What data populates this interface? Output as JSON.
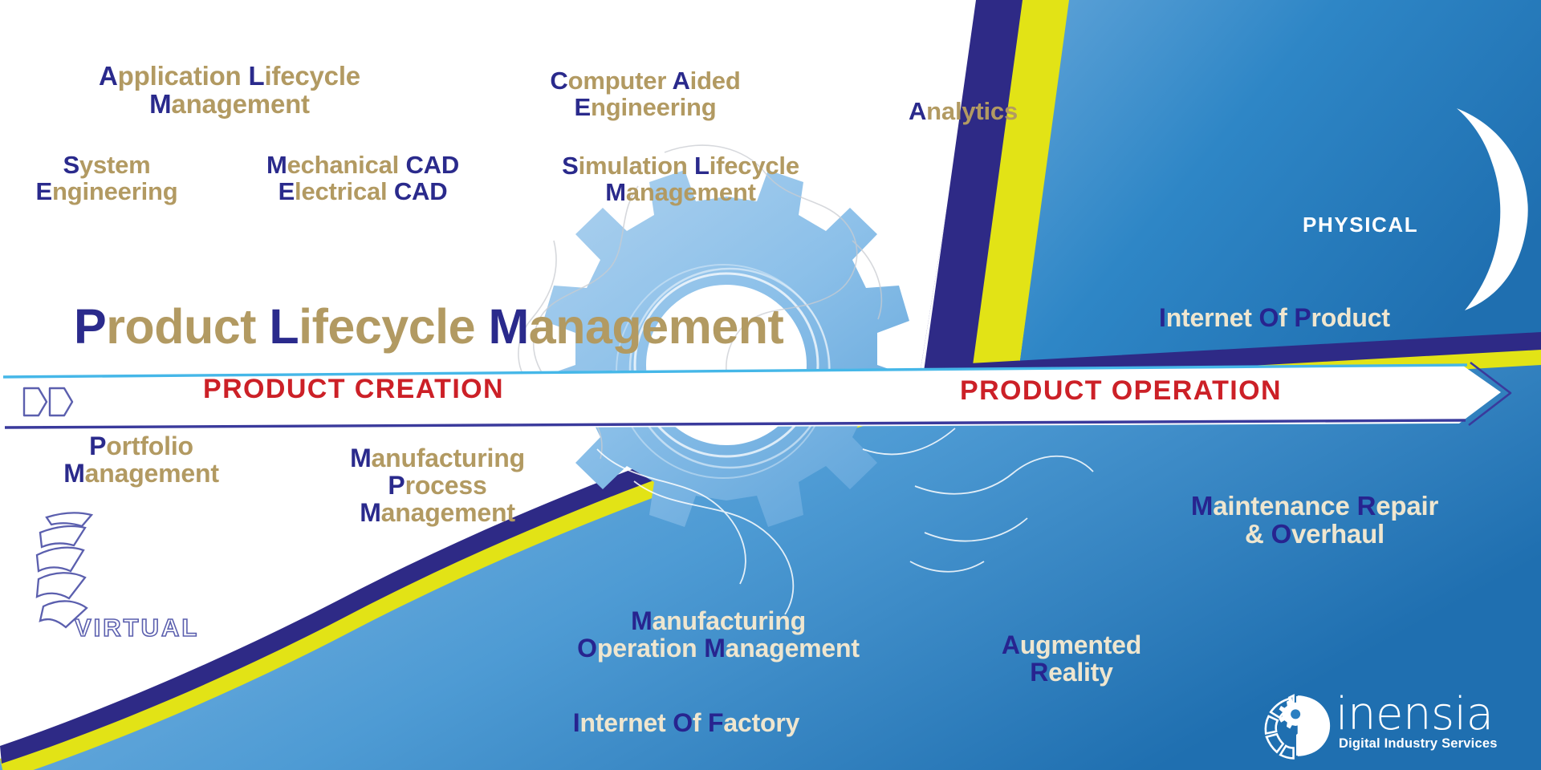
{
  "graphic": {
    "title_main": "Product Lifecycle Management",
    "colors": {
      "accent_gold": "#b29a62",
      "accent_navy": "#2a2a8c",
      "band_navy": "#2e2a86",
      "band_yellow": "#e2e316",
      "physical_blue": "#2a7fc1",
      "banner_red": "#cc2027",
      "cream": "#efe6cf",
      "gear_blue": "#8fc1e8"
    }
  },
  "banner": {
    "left_label": "PRODUCT CREATION",
    "right_label": "PRODUCT OPERATION",
    "left_icon": "double-chevron-icon",
    "right_icon": "arrow-head-icon"
  },
  "zones": {
    "virtual": {
      "label": "VIRTUAL",
      "icon": "segmented-crescent-icon"
    },
    "physical": {
      "label": "PHYSICAL",
      "icon": "crescent-icon"
    }
  },
  "terms_virtual": [
    {
      "id": "application-lifecycle-management",
      "lines": [
        {
          "cap": "A",
          "rest": "pplication "
        },
        {
          "cap": "L",
          "rest": "ifecycle"
        }
      ],
      "line2": [
        {
          "cap": "M",
          "rest": "anagement"
        }
      ]
    },
    {
      "id": "system-engineering"
    },
    {
      "id": "mechanical-cad"
    },
    {
      "id": "computer-aided-engineering"
    },
    {
      "id": "simulation-lifecycle-management"
    },
    {
      "id": "portfolio-management"
    },
    {
      "id": "manufacturing-process-management"
    }
  ],
  "labels": {
    "application_lifecycle_management": {
      "l1_cap": "A",
      "l1_rest": "pplication ",
      "l1_cap2": "L",
      "l1_rest2": "ifecycle",
      "l2_cap": "M",
      "l2_rest": "anagement"
    },
    "system_engineering": {
      "l1_cap": "S",
      "l1_rest": "ystem",
      "l2_cap": "E",
      "l2_rest": "ngineering"
    },
    "mechanical_cad": {
      "l1_cap": "M",
      "l1_rest": "echanical ",
      "l1_abbr": "CAD",
      "l2_cap": "E",
      "l2_rest": "lectrical ",
      "l2_abbr": "CAD"
    },
    "computer_aided_engineering": {
      "l1_cap": "C",
      "l1_rest": "omputer ",
      "l1_cap2": "A",
      "l1_rest2": "ided",
      "l2_cap": "E",
      "l2_rest": "ngineering"
    },
    "analytics": {
      "cap": "A",
      "rest": "nalytics"
    },
    "simulation_lifecycle_management": {
      "l1_cap": "S",
      "l1_rest": "imulation ",
      "l1_cap2": "L",
      "l1_rest2": "ifecycle",
      "l2_cap": "M",
      "l2_rest": "anagement"
    },
    "product_lifecycle_management": {
      "c1": "P",
      "r1": "roduct ",
      "c2": "L",
      "r2": "ifecycle ",
      "c3": "M",
      "r3": "anagement"
    },
    "internet_of_product": {
      "c1": "I",
      "r1": "nternet ",
      "c2": "O",
      "r2": "f ",
      "c3": "P",
      "r3": "roduct"
    },
    "portfolio_management": {
      "l1_cap": "P",
      "l1_rest": "ortfolio",
      "l2_cap": "M",
      "l2_rest": "anagement"
    },
    "manufacturing_process_management": {
      "l1_cap": "M",
      "l1_rest": "anufacturing",
      "l2_cap": "P",
      "l2_rest": "rocess",
      "l3_cap": "M",
      "l3_rest": "anagement"
    },
    "maintenance_repair_overhaul": {
      "l1_cap": "M",
      "l1_rest": "aintenance ",
      "l1_cap2": "R",
      "l1_rest2": "epair",
      "l2_pre": "& ",
      "l2_cap": "O",
      "l2_rest": "verhaul"
    },
    "manufacturing_operation_management": {
      "l1_cap": "M",
      "l1_rest": "anufacturing",
      "l2_cap": "O",
      "l2_rest": "peration ",
      "l2_cap2": "M",
      "l2_rest2": "anagement"
    },
    "augmented_reality": {
      "l1_cap": "A",
      "l1_rest": "ugmented",
      "l2_cap": "R",
      "l2_rest": "eality"
    },
    "internet_of_factory": {
      "c1": "I",
      "r1": "nternet ",
      "c2": "O",
      "r2": "f ",
      "c3": "F",
      "r3": "actory"
    }
  },
  "logo": {
    "brand": "inensia",
    "tagline": "Digital Industry Services",
    "icon": "inensia-gear-circle-icon"
  }
}
